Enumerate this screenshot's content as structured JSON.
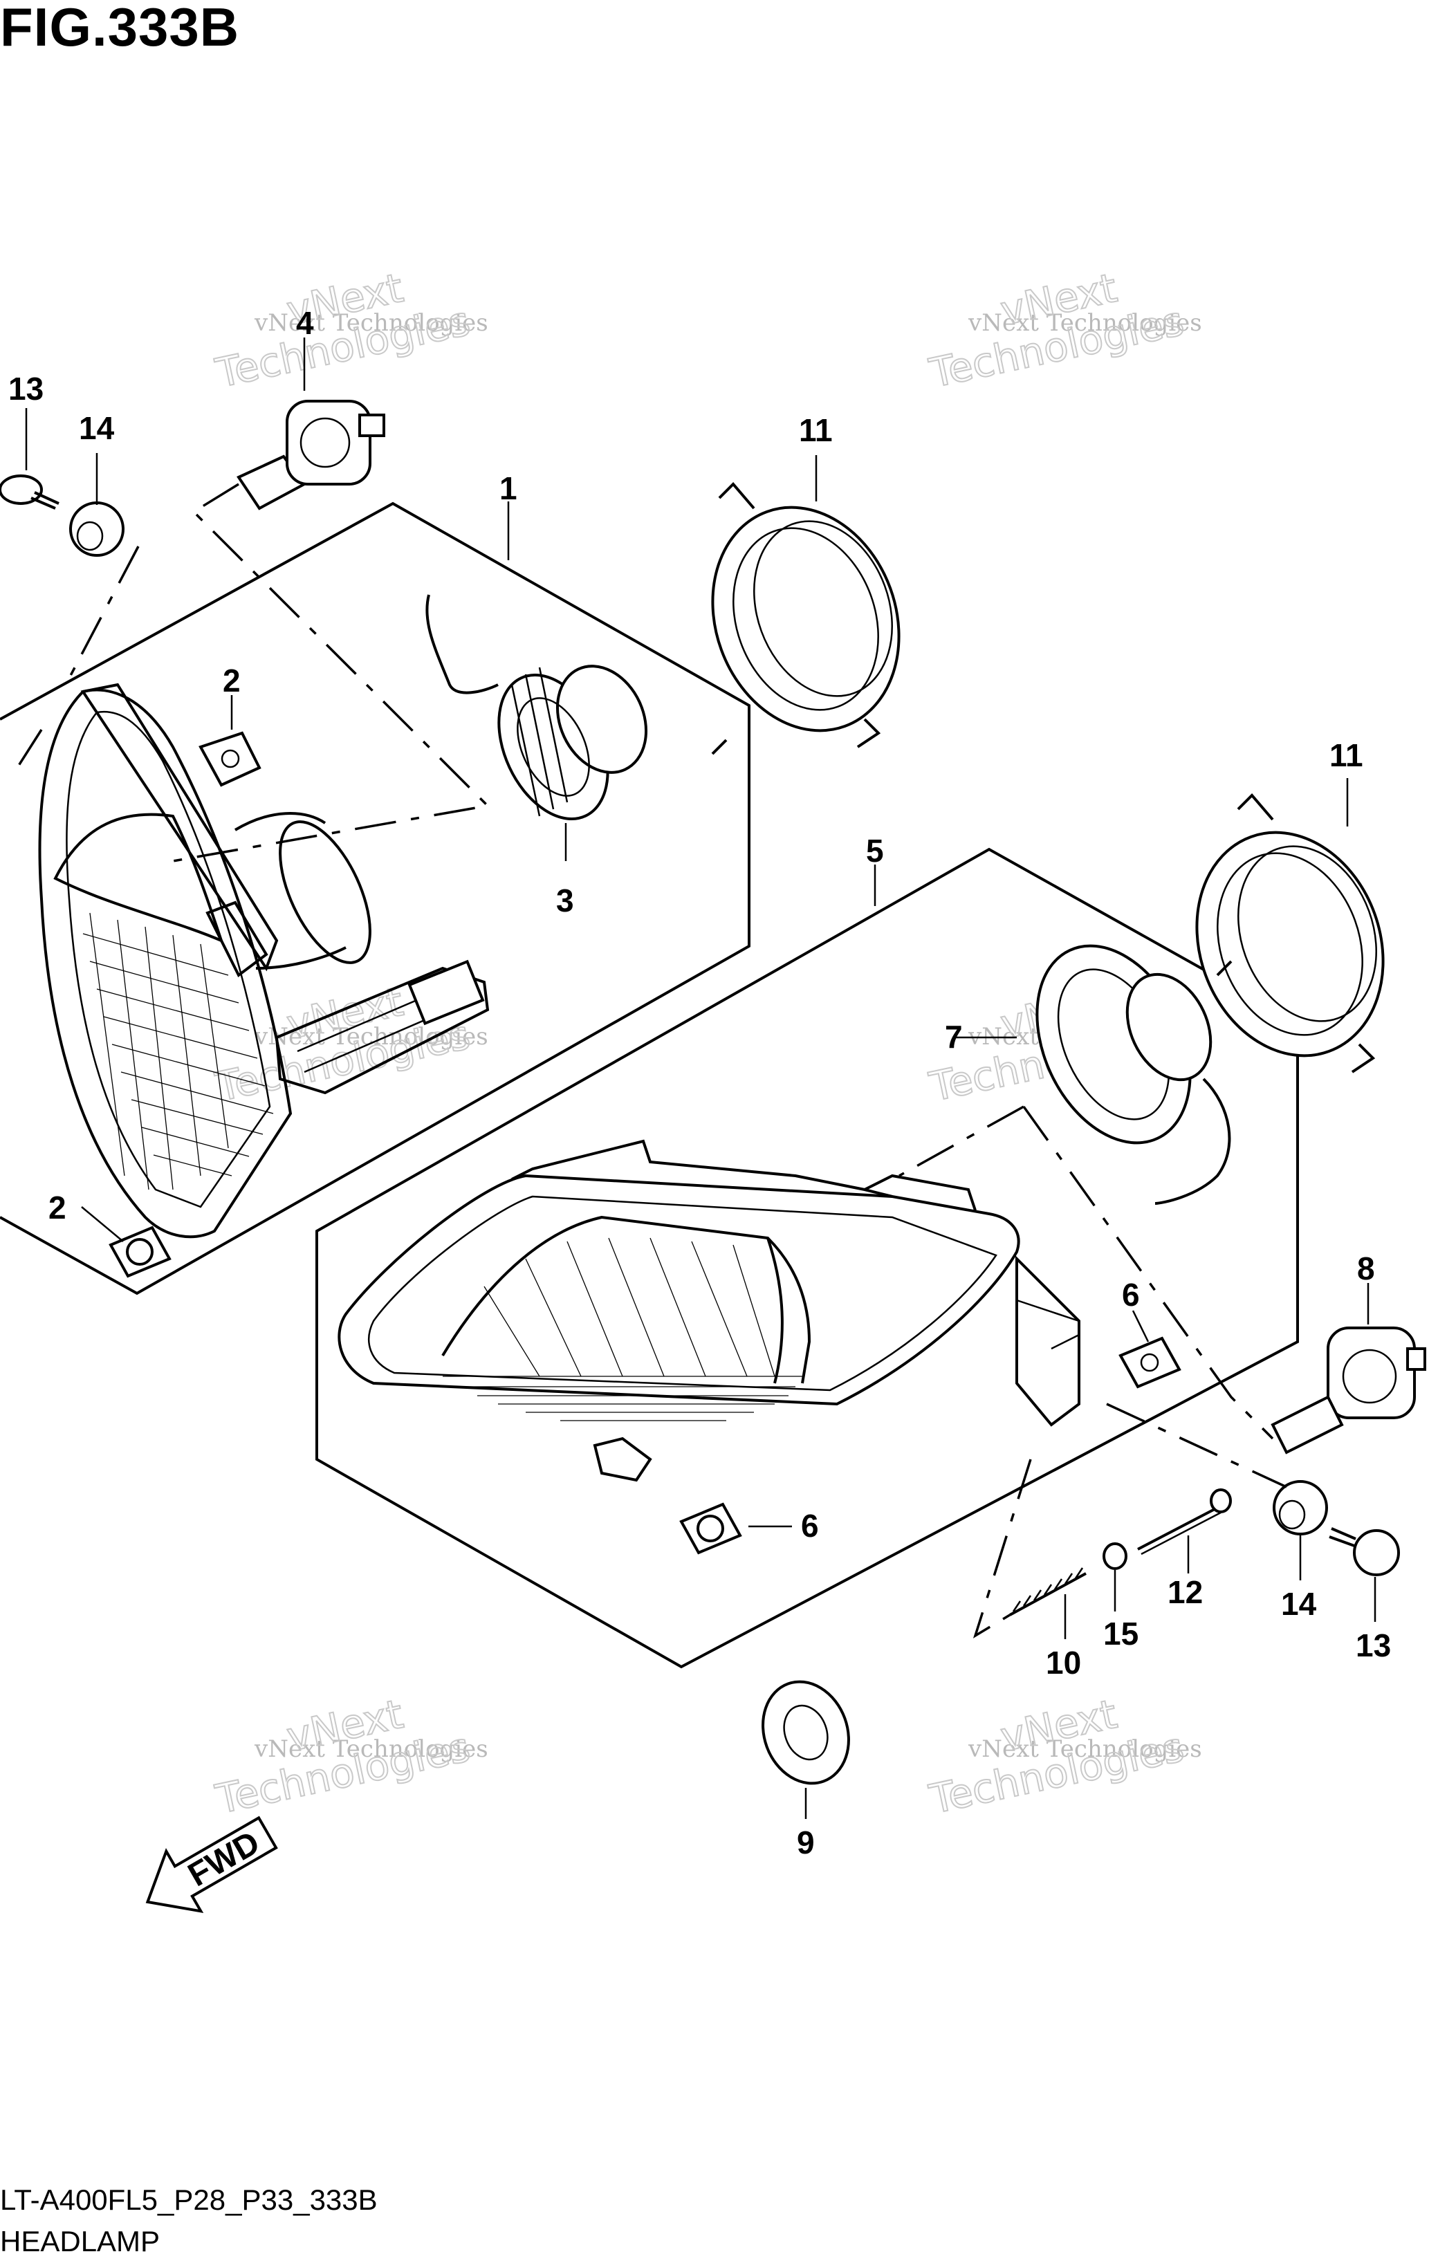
{
  "figure": {
    "title": "FIG.333B",
    "code": "LT-A400FL5_P28_P33_333B",
    "name": "HEADLAMP"
  },
  "callouts": {
    "c1": "1",
    "c2a": "2",
    "c2b": "2",
    "c3": "3",
    "c4": "4",
    "c5": "5",
    "c6a": "6",
    "c6b": "6",
    "c7": "7",
    "c8": "8",
    "c9": "9",
    "c10": "10",
    "c11a": "11",
    "c11b": "11",
    "c12": "12",
    "c13a": "13",
    "c13b": "13",
    "c14a": "14",
    "c14b": "14",
    "c15": "15"
  },
  "direction_label": "FWD",
  "watermark": {
    "line1": "vNext Technologies",
    "line2": "vNext",
    "line3": "Technologies"
  },
  "icons": [
    "fwd-arrow-icon"
  ]
}
